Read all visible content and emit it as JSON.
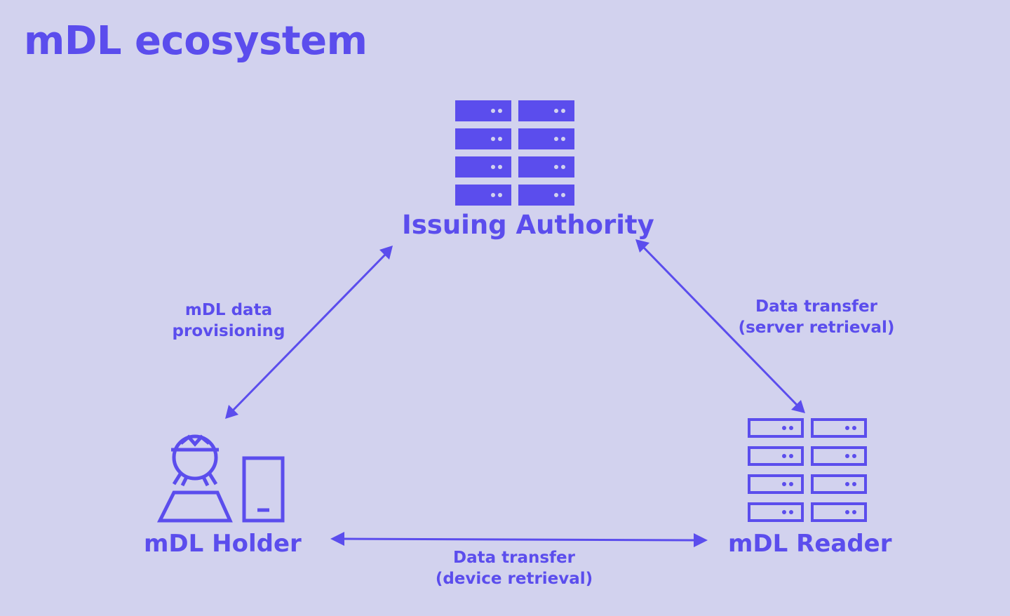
{
  "title": "mDL ecosystem",
  "nodes": {
    "issuer": {
      "label": "Issuing Authority",
      "icon": "server-rack-filled-icon"
    },
    "holder": {
      "label": "mDL Holder",
      "icon": "person-with-device-icon"
    },
    "reader": {
      "label": "mDL Reader",
      "icon": "server-rack-outline-icon"
    }
  },
  "edges": {
    "provisioning": {
      "line1": "mDL data",
      "line2": "provisioning"
    },
    "server": {
      "line1": "Data transfer",
      "line2": "(server retrieval)"
    },
    "device": {
      "line1": "Data transfer",
      "line2": "(device retrieval)"
    }
  },
  "colors": {
    "background": "#d2d2ee",
    "accent": "#5b4ded"
  }
}
